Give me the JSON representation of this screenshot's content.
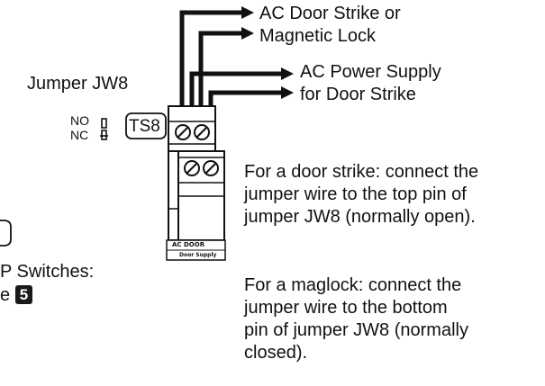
{
  "labels": {
    "ac_door_strike_line1": "AC Door Strike or",
    "ac_door_strike_line2": "Magnetic Lock",
    "ac_power_line1": "AC Power Supply",
    "ac_power_line2": "for Door Strike",
    "jumper_title": "Jumper JW8",
    "no": "NO",
    "nc": "NC",
    "ts8": "TS8",
    "switches_fragment": "P Switches:",
    "step_prefix": "e",
    "step_badge": "5",
    "terminal_ac_door": "AC DOOR",
    "terminal_door_supply": "Door Supply"
  },
  "instructions": {
    "door_strike": [
      "For a door strike: connect the",
      "jumper wire to the top pin of",
      "jumper JW8 (normally open)."
    ],
    "maglock": [
      "For a maglock: connect the",
      "jumper wire to the bottom",
      "pin of jumper JW8 (normally",
      "closed)."
    ]
  }
}
